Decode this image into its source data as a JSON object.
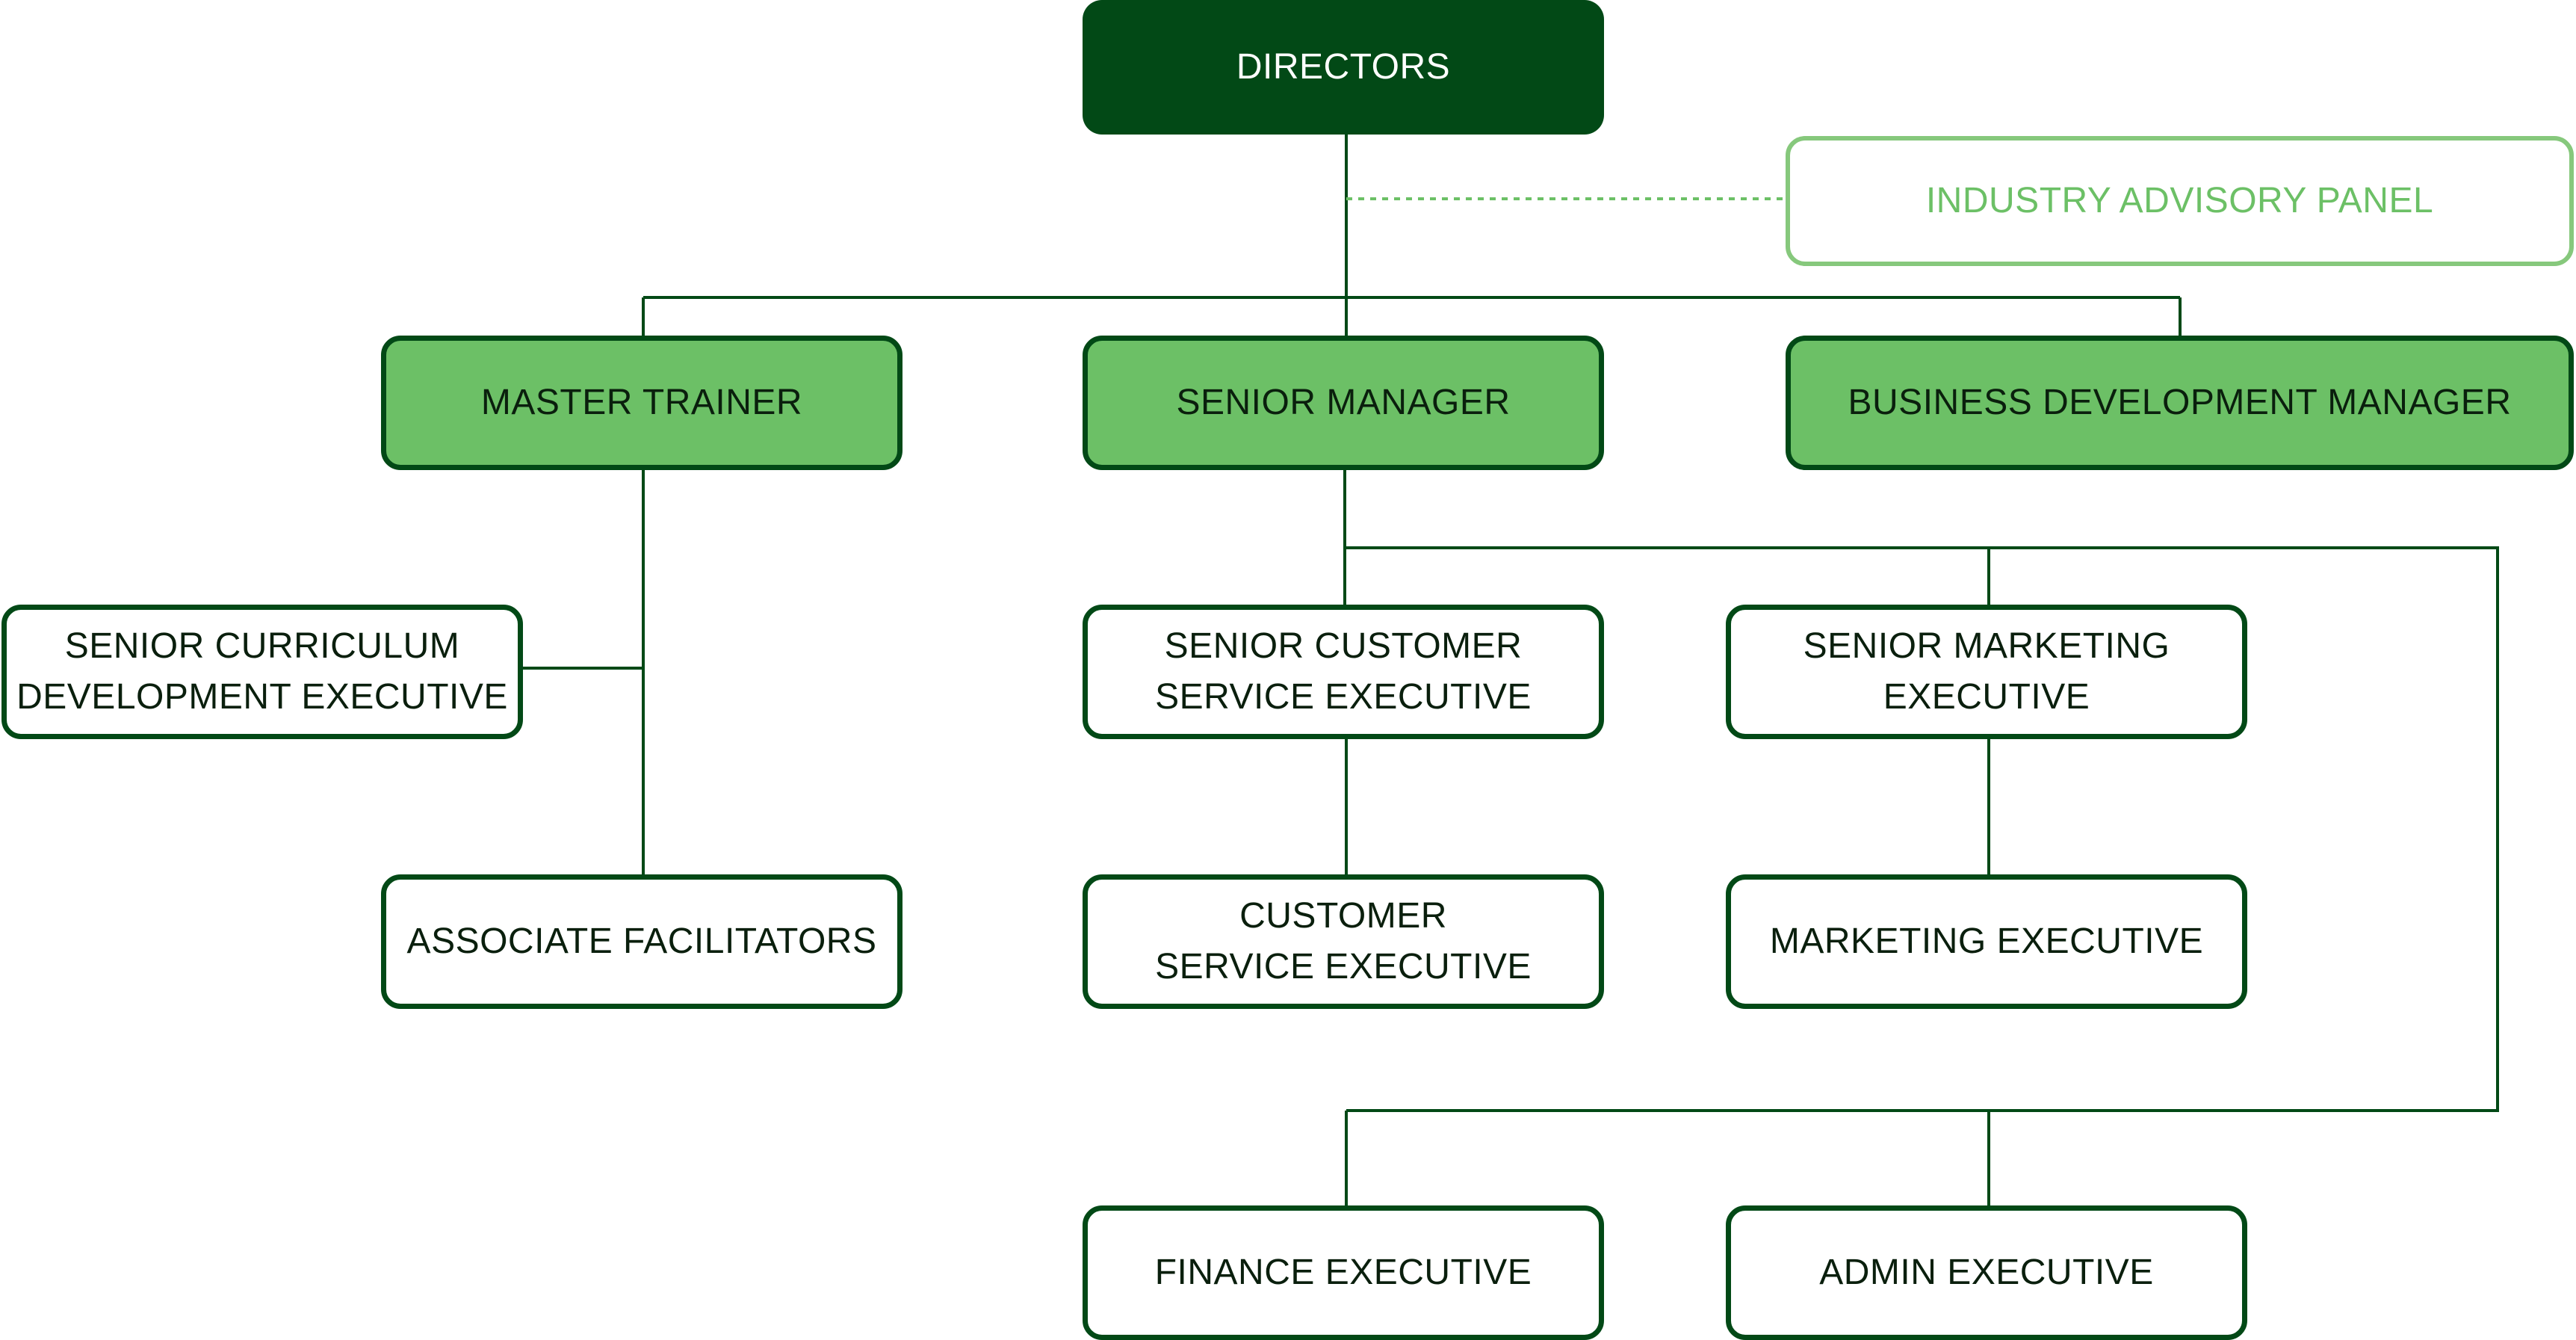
{
  "colors": {
    "dark_green": "#024916",
    "mid_green": "#6cc066",
    "light_green": "#86c87c",
    "text_dark": "#0a1f0d",
    "text_light": "#ffffff"
  },
  "nodes": {
    "directors": "DIRECTORS",
    "advisory_panel": "INDUSTRY ADVISORY PANEL",
    "master_trainer": "MASTER TRAINER",
    "senior_manager": "SENIOR MANAGER",
    "business_development_manager": "BUSINESS DEVELOPMENT MANAGER",
    "senior_curriculum_development_executive": "SENIOR CURRICULUM\nDEVELOPMENT EXECUTIVE",
    "senior_customer_service_executive": "SENIOR CUSTOMER\nSERVICE EXECUTIVE",
    "senior_marketing_executive": "SENIOR MARKETING\nEXECUTIVE",
    "associate_facilitators": "ASSOCIATE FACILITATORS",
    "customer_service_executive": "CUSTOMER\nSERVICE EXECUTIVE",
    "marketing_executive": "MARKETING EXECUTIVE",
    "finance_executive": "FINANCE EXECUTIVE",
    "admin_executive": "ADMIN EXECUTIVE"
  },
  "relations": [
    {
      "from": "directors",
      "to": "master_trainer",
      "style": "solid"
    },
    {
      "from": "directors",
      "to": "senior_manager",
      "style": "solid"
    },
    {
      "from": "directors",
      "to": "business_development_manager",
      "style": "solid"
    },
    {
      "from": "directors",
      "to": "advisory_panel",
      "style": "dotted"
    },
    {
      "from": "master_trainer",
      "to": "senior_curriculum_development_executive",
      "style": "solid"
    },
    {
      "from": "master_trainer",
      "to": "associate_facilitators",
      "style": "solid"
    },
    {
      "from": "senior_manager",
      "to": "senior_customer_service_executive",
      "style": "solid"
    },
    {
      "from": "senior_manager",
      "to": "senior_marketing_executive",
      "style": "solid"
    },
    {
      "from": "senior_manager",
      "to": "finance_executive",
      "style": "solid"
    },
    {
      "from": "senior_manager",
      "to": "admin_executive",
      "style": "solid"
    },
    {
      "from": "senior_customer_service_executive",
      "to": "customer_service_executive",
      "style": "solid"
    },
    {
      "from": "senior_marketing_executive",
      "to": "marketing_executive",
      "style": "solid"
    }
  ]
}
